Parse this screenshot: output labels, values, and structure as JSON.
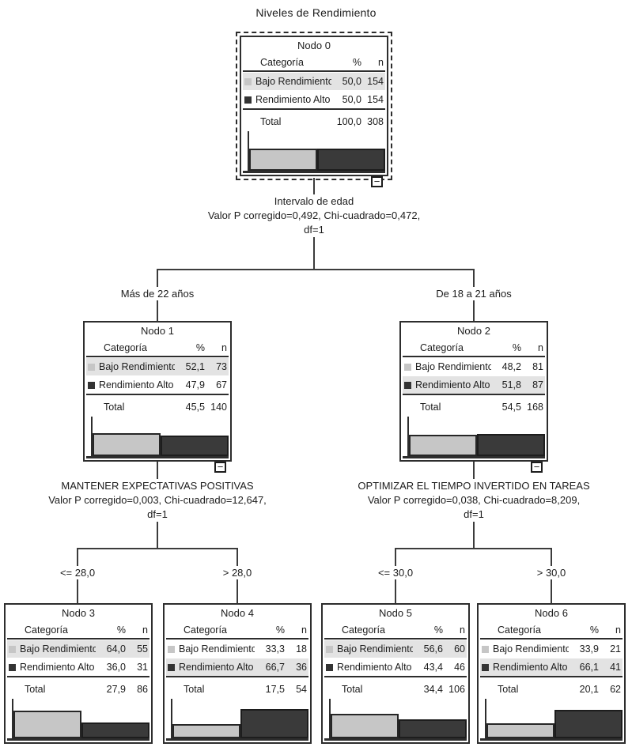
{
  "title": "Niveles de Rendimiento",
  "table_header": {
    "category": "Categoría",
    "percent": "%",
    "count": "n"
  },
  "total_label": "Total",
  "collapse_glyph": "−",
  "category_colors": {
    "bajo_rendimiento": "#c6c6c6",
    "rendimiento_alto": "#3a3a3a"
  },
  "highlight_color": "#e3e3e3",
  "splits": [
    {
      "variable": "Intervalo de edad",
      "stats": "Valor P corregido=0,492, Chi-cuadrado=0,472,",
      "df": "df=1",
      "branches": [
        "Más de 22 años",
        "De 18 a 21 años"
      ]
    },
    {
      "variable": "MANTENER EXPECTATIVAS POSITIVAS",
      "stats": "Valor P corregido=0,003, Chi-cuadrado=12,647,",
      "df": "df=1",
      "branches": [
        "<= 28,0",
        "> 28,0"
      ]
    },
    {
      "variable": "OPTIMIZAR EL TIEMPO INVERTIDO EN TAREAS",
      "stats": "Valor P corregido=0,038, Chi-cuadrado=8,209,",
      "df": "df=1",
      "branches": [
        "<= 30,0",
        "> 30,0"
      ]
    }
  ],
  "nodes": [
    {
      "title": "Nodo 0",
      "selected": true,
      "has_collapse": true,
      "rows": [
        {
          "label": "Bajo Rendimiento",
          "pct": "50,0",
          "n": "154",
          "pct_value": 50.0,
          "highlighted": true
        },
        {
          "label": "Rendimiento Alto",
          "pct": "50,0",
          "n": "154",
          "pct_value": 50.0,
          "highlighted": false
        }
      ],
      "total_pct": "100,0",
      "total_n": "308"
    },
    {
      "title": "Nodo 1",
      "selected": false,
      "has_collapse": true,
      "rows": [
        {
          "label": "Bajo Rendimiento",
          "pct": "52,1",
          "n": "73",
          "pct_value": 52.1,
          "highlighted": true
        },
        {
          "label": "Rendimiento Alto",
          "pct": "47,9",
          "n": "67",
          "pct_value": 47.9,
          "highlighted": false
        }
      ],
      "total_pct": "45,5",
      "total_n": "140"
    },
    {
      "title": "Nodo 2",
      "selected": false,
      "has_collapse": true,
      "rows": [
        {
          "label": "Bajo Rendimiento",
          "pct": "48,2",
          "n": "81",
          "pct_value": 48.2,
          "highlighted": false
        },
        {
          "label": "Rendimiento Alto",
          "pct": "51,8",
          "n": "87",
          "pct_value": 51.8,
          "highlighted": true
        }
      ],
      "total_pct": "54,5",
      "total_n": "168"
    },
    {
      "title": "Nodo 3",
      "selected": false,
      "has_collapse": false,
      "rows": [
        {
          "label": "Bajo Rendimiento",
          "pct": "64,0",
          "n": "55",
          "pct_value": 64.0,
          "highlighted": true
        },
        {
          "label": "Rendimiento Alto",
          "pct": "36,0",
          "n": "31",
          "pct_value": 36.0,
          "highlighted": false
        }
      ],
      "total_pct": "27,9",
      "total_n": "86"
    },
    {
      "title": "Nodo 4",
      "selected": false,
      "has_collapse": false,
      "rows": [
        {
          "label": "Bajo Rendimiento",
          "pct": "33,3",
          "n": "18",
          "pct_value": 33.3,
          "highlighted": false
        },
        {
          "label": "Rendimiento Alto",
          "pct": "66,7",
          "n": "36",
          "pct_value": 66.7,
          "highlighted": true
        }
      ],
      "total_pct": "17,5",
      "total_n": "54"
    },
    {
      "title": "Nodo 5",
      "selected": false,
      "has_collapse": false,
      "rows": [
        {
          "label": "Bajo Rendimiento",
          "pct": "56,6",
          "n": "60",
          "pct_value": 56.6,
          "highlighted": true
        },
        {
          "label": "Rendimiento Alto",
          "pct": "43,4",
          "n": "46",
          "pct_value": 43.4,
          "highlighted": false
        }
      ],
      "total_pct": "34,4",
      "total_n": "106"
    },
    {
      "title": "Nodo 6",
      "selected": false,
      "has_collapse": false,
      "rows": [
        {
          "label": "Bajo Rendimiento",
          "pct": "33,9",
          "n": "21",
          "pct_value": 33.9,
          "highlighted": false
        },
        {
          "label": "Rendimiento Alto",
          "pct": "66,1",
          "n": "41",
          "pct_value": 66.1,
          "highlighted": true
        }
      ],
      "total_pct": "20,1",
      "total_n": "62"
    }
  ]
}
